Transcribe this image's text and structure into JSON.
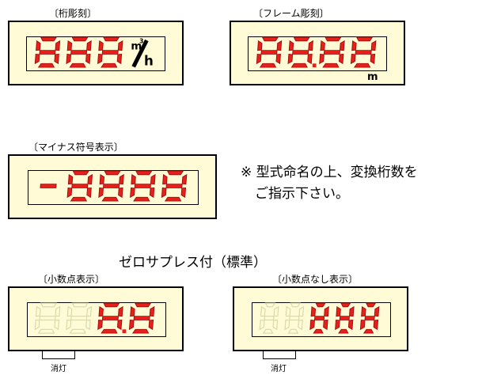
{
  "labels": {
    "digit_engraving": "〔桁彫刻〕",
    "frame_engraving": "〔フレーム彫刻〕",
    "minus_sign": "〔マイナス符号表示〕",
    "note_line1": "※ 型式命名の上、変換桁数を",
    "note_line2": "ご指示下さい。",
    "zero_suppress_title": "ゼロサプレス付（標準）",
    "decimal_display": "〔小数点表示〕",
    "no_decimal_display": "〔小数点なし表示〕"
  },
  "displays": {
    "d1": {
      "text": "888",
      "unit_top": "m",
      "unit_sup": "3",
      "unit_bottom": "h"
    },
    "d2": {
      "text": "88.88",
      "unit": "m"
    },
    "d3": {
      "text": "-8888"
    },
    "d4": {
      "unlit": "88",
      "lit": "8.8",
      "off_label": "消灯"
    },
    "d5": {
      "unlit": "88",
      "lit": "888",
      "off_label": "消灯"
    }
  },
  "colors": {
    "panel": "#fffbd6",
    "segment_on": "#e8201a",
    "segment_off": "#d8d8a8"
  }
}
